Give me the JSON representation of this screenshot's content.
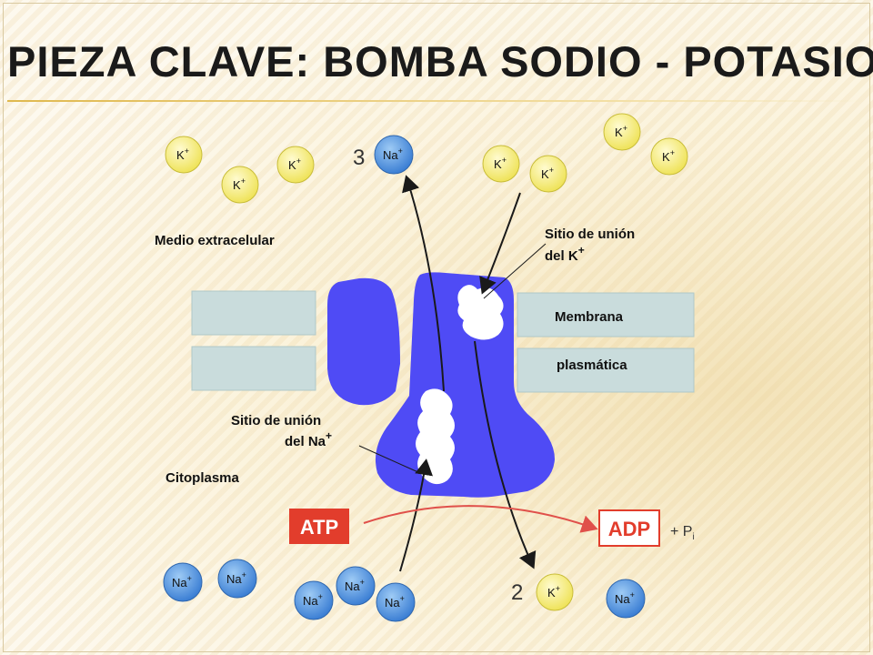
{
  "slide": {
    "title": "Pieza clave: Bomba sodio - potasio"
  },
  "diagram": {
    "labels": {
      "extracellular": "Medio extracelular",
      "cytoplasm": "Citoplasma",
      "k_site_line1": "Sitio de unión",
      "k_site_line2": "del K",
      "k_site_sup": "+",
      "na_site_line1": "Sitio de unión",
      "na_site_line2": "del Na",
      "na_site_sup": "+",
      "membrane_line1": "Membrana",
      "membrane_line2": "plasmática"
    },
    "ions": {
      "k_symbol": "K",
      "na_symbol": "Na",
      "charge": "+"
    },
    "counts": {
      "na_out": "3",
      "k_in": "2"
    },
    "energy": {
      "atp": "ATP",
      "adp": "ADP",
      "pi_prefix": "+ P",
      "pi_sub": "i"
    },
    "colors": {
      "pump": "#4f4bf5",
      "k_ion": "#f6f07a",
      "na_ion": "#4f8fde",
      "membrane": "#c9dcdc",
      "atp_box": "#e23d2c",
      "adp_text": "#e23d2c",
      "reaction_arrow": "#e0504a"
    }
  }
}
